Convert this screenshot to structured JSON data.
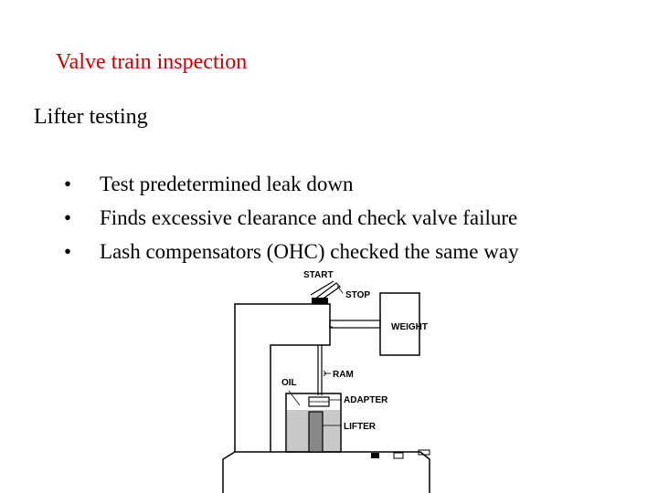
{
  "slide": {
    "title": "Valve train inspection",
    "subtitle": "Lifter testing",
    "bullets": [
      "Test predetermined leak down",
      "Finds excessive clearance and check valve failure",
      "Lash compensators (OHC) checked the same way"
    ]
  },
  "diagram": {
    "labels": {
      "start": "START",
      "stop": "STOP",
      "weight": "WEIGHT",
      "ram": "RAM",
      "oil": "OIL",
      "adapter": "ADAPTER",
      "lifter": "LIFTER"
    }
  },
  "colors": {
    "title": "#cc0000",
    "text": "#000000",
    "oil": "#c8c8c8"
  }
}
